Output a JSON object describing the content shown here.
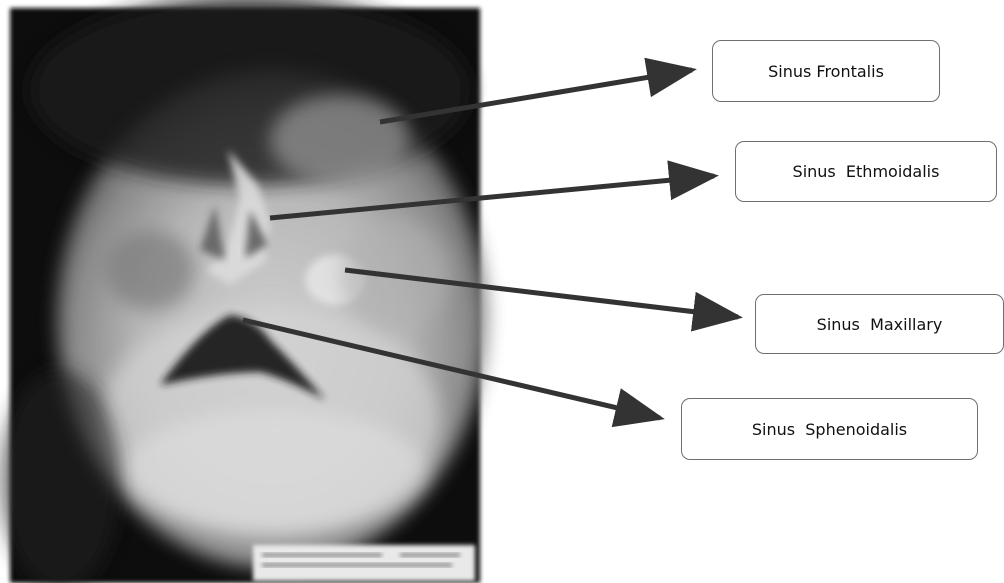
{
  "labels": {
    "frontalis": "Sinus Frontalis",
    "ethmoidalis": "Sinus  Ethmoidalis",
    "maxillary": "Sinus  Maxillary",
    "sphenoidalis": "Sinus  Sphenoidalis"
  },
  "colors": {
    "arrow": "#333333",
    "box_border": "#6f6f6f",
    "xray_background": "#101010",
    "bone": "#bdbdbd"
  }
}
